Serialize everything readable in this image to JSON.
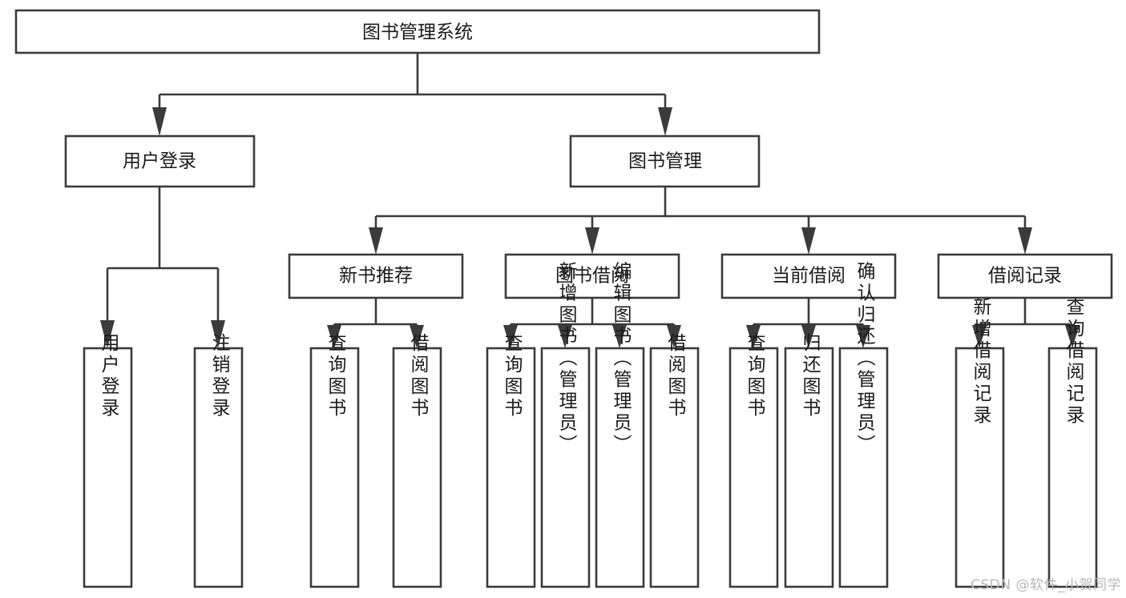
{
  "diagram": {
    "type": "tree-hierarchy-chart",
    "title": "图书管理系统",
    "background_color": "#ffffff",
    "line_color": "#3b3b3b",
    "text_color": "#1b1b1b",
    "watermark": "CSDN @软件_小贺同学",
    "root": {
      "label": "图书管理系统",
      "orientation": "horizontal"
    },
    "level2": [
      {
        "label": "用户登录",
        "orientation": "horizontal"
      },
      {
        "label": "图书管理",
        "orientation": "horizontal"
      }
    ],
    "level3": [
      {
        "label": "新书推荐",
        "orientation": "horizontal"
      },
      {
        "label": "图书借阅",
        "orientation": "horizontal"
      },
      {
        "label": "当前借阅",
        "orientation": "horizontal"
      },
      {
        "label": "借阅记录",
        "orientation": "horizontal"
      }
    ],
    "leaves": {
      "user_login": [
        {
          "label": "用户登录",
          "orientation": "vertical"
        },
        {
          "label": "注销登录",
          "orientation": "vertical"
        }
      ],
      "new_book_recommend": [
        {
          "label": "查询图书",
          "orientation": "vertical"
        },
        {
          "label": "借阅图书",
          "orientation": "vertical"
        }
      ],
      "book_borrow": [
        {
          "label": "查询图书",
          "orientation": "vertical"
        },
        {
          "label": "新增图书（管理员）",
          "orientation": "vertical"
        },
        {
          "label": "编辑图书（管理员）",
          "orientation": "vertical"
        },
        {
          "label": "借阅图书",
          "orientation": "vertical"
        }
      ],
      "current_borrow": [
        {
          "label": "查询图书",
          "orientation": "vertical"
        },
        {
          "label": "归还图书",
          "orientation": "vertical"
        },
        {
          "label": "确认归还（管理员）",
          "orientation": "vertical"
        }
      ],
      "borrow_record": [
        {
          "label": "新增借阅记录",
          "orientation": "vertical"
        },
        {
          "label": "查询借阅记录",
          "orientation": "vertical"
        }
      ]
    }
  }
}
